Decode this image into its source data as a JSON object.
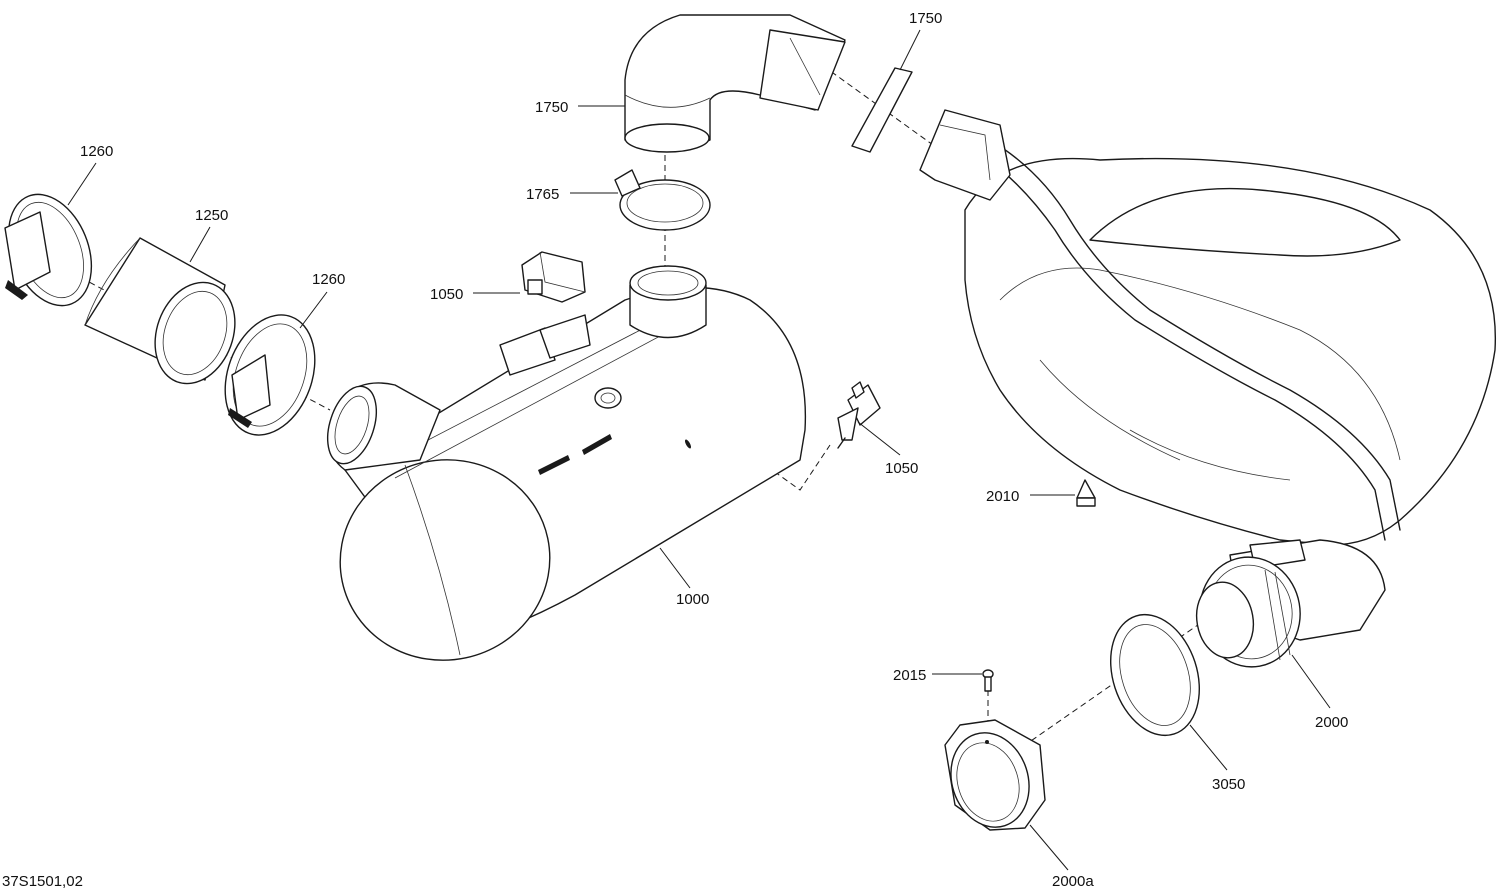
{
  "drawing": {
    "reference": "37S1501,02"
  },
  "callouts": {
    "c1750_pipe": "1750",
    "c1750_seal": "1750",
    "c1765": "1765",
    "c1260_left": "1260",
    "c1260_right": "1260",
    "c1250": "1250",
    "c1050_sensor_block": "1050",
    "c1050_sensor_probe": "1050",
    "c1000": "1000",
    "c2010": "2010",
    "c2015": "2015",
    "c2000": "2000",
    "c3050": "3050",
    "c2000a": "2000a"
  }
}
